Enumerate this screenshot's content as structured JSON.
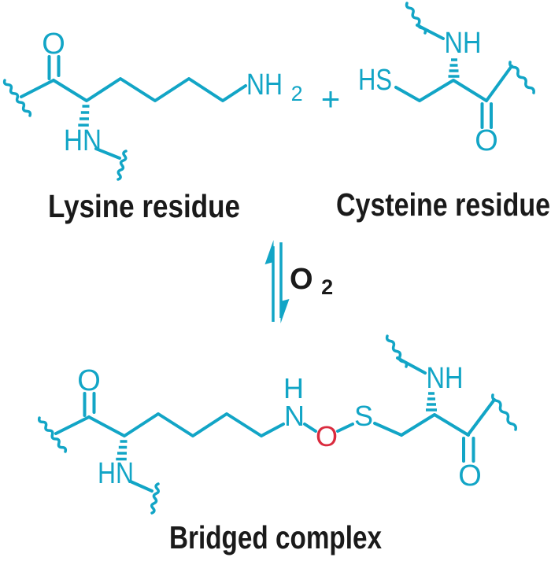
{
  "colors": {
    "bond_teal": "#12a5c6",
    "bridge_oxygen_red": "#da2b3e",
    "label_black": "#1a1a1a",
    "background": "#ffffff"
  },
  "reactants": {
    "lysine": {
      "title": "Lysine residue",
      "atoms": {
        "carbonyl_o": "O",
        "amine_main": "NH",
        "amine_sub": "2",
        "alpha_nh": "HN"
      }
    },
    "cysteine": {
      "title": "Cysteine residue",
      "atoms": {
        "alpha_nh": "NH",
        "thiol": "HS",
        "carbonyl_o": "O"
      }
    },
    "plus": "+"
  },
  "arrow": {
    "condition_main": "O",
    "condition_sub": "2"
  },
  "product": {
    "title": "Bridged complex",
    "atoms": {
      "lys_carbonyl_o": "O",
      "lys_alpha_nh": "HN",
      "bridge_h": "H",
      "bridge_n": "N",
      "bridge_o": "O",
      "bridge_s": "S",
      "cys_alpha_nh": "NH",
      "cys_carbonyl_o": "O"
    }
  }
}
